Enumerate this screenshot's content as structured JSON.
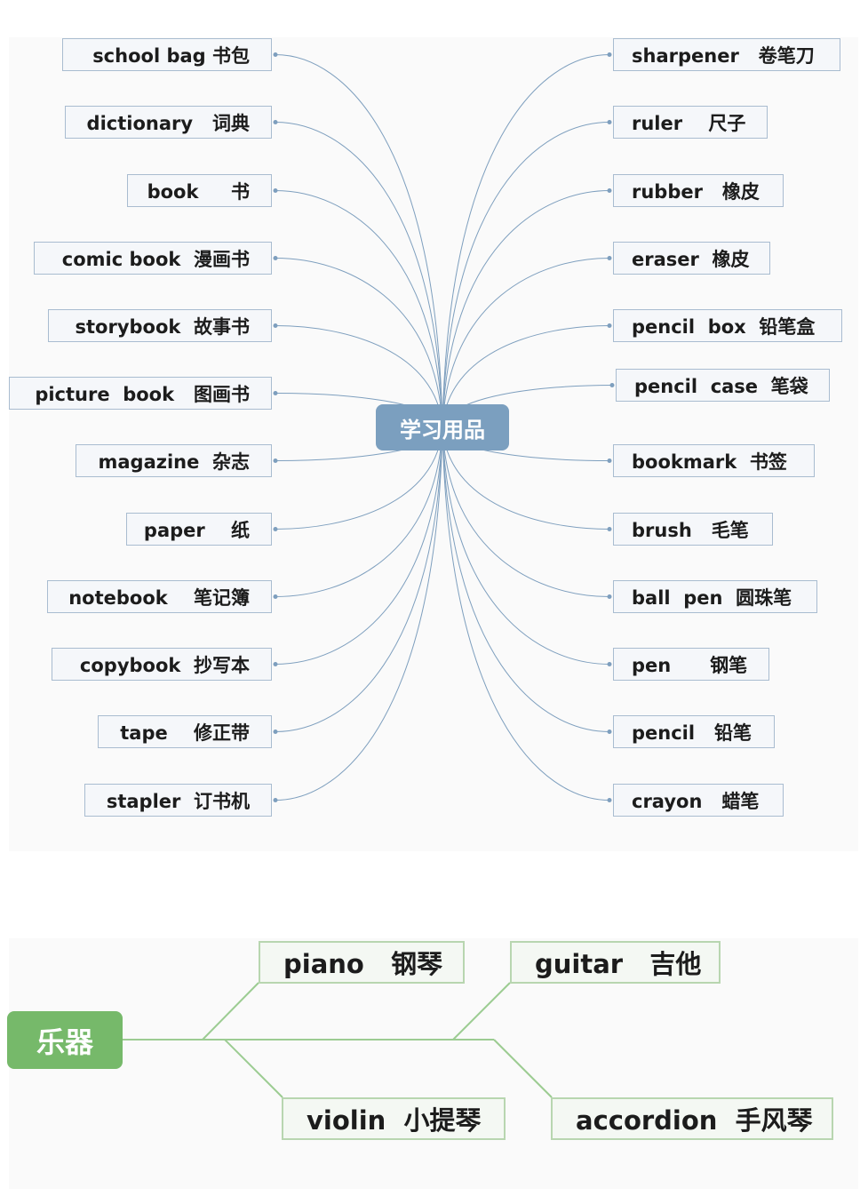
{
  "mindmap1": {
    "center": "学习用品",
    "left_items": [
      "school bag 书包",
      "dictionary   词典",
      "book     书",
      "comic book  漫画书",
      "storybook  故事书",
      "picture  book   图画书",
      "magazine  杂志",
      "paper    纸",
      "notebook    笔记簿",
      "copybook  抄写本",
      "tape    修正带",
      "stapler  订书机"
    ],
    "right_items": [
      "sharpener   卷笔刀",
      "ruler    尺子",
      "rubber   橡皮",
      "eraser  橡皮",
      "pencil  box  铅笔盒",
      "pencil  case  笔袋",
      "bookmark  书签",
      "brush   毛笔",
      "ball  pen  圆珠笔",
      "pen      钢笔",
      "pencil   铅笔",
      "crayon   蜡笔"
    ],
    "colors": {
      "center_fill": "#7b9fbf",
      "node_fill": "#f5f7fa",
      "node_border": "#a9bcd0",
      "line": "#7e9fbe"
    }
  },
  "mindmap2": {
    "center": "乐器",
    "items": [
      "piano   钢琴",
      "guitar   吉他",
      "violin  小提琴",
      "accordion  手风琴"
    ],
    "colors": {
      "center_fill": "#76b96a",
      "node_fill": "#f4f8f3",
      "node_border": "#b8d6b0",
      "line": "#9ccc92"
    }
  }
}
